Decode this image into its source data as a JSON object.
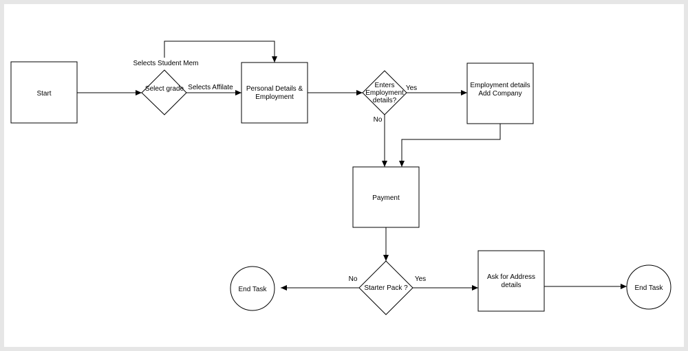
{
  "nodes": {
    "start": "Start",
    "select_grade": "Select grade",
    "personal_details": [
      "Personal Details &",
      "Employment"
    ],
    "enters_employment": [
      "Enters",
      "Employment",
      "details?"
    ],
    "employment_details": [
      "Employment details",
      "Add Company"
    ],
    "payment": "Payment",
    "starter_pack": "Starter Pack ?",
    "ask_address": [
      "Ask for Address",
      "details"
    ],
    "end_task_left": "End Task",
    "end_task_right": "End Task"
  },
  "edge_labels": {
    "selects_student_mem": "Selects Student Mem",
    "selects_affiliate": "Selects Affilate",
    "employment_yes": "Yes",
    "employment_no": "No",
    "starter_no": "No",
    "starter_yes": "Yes"
  }
}
